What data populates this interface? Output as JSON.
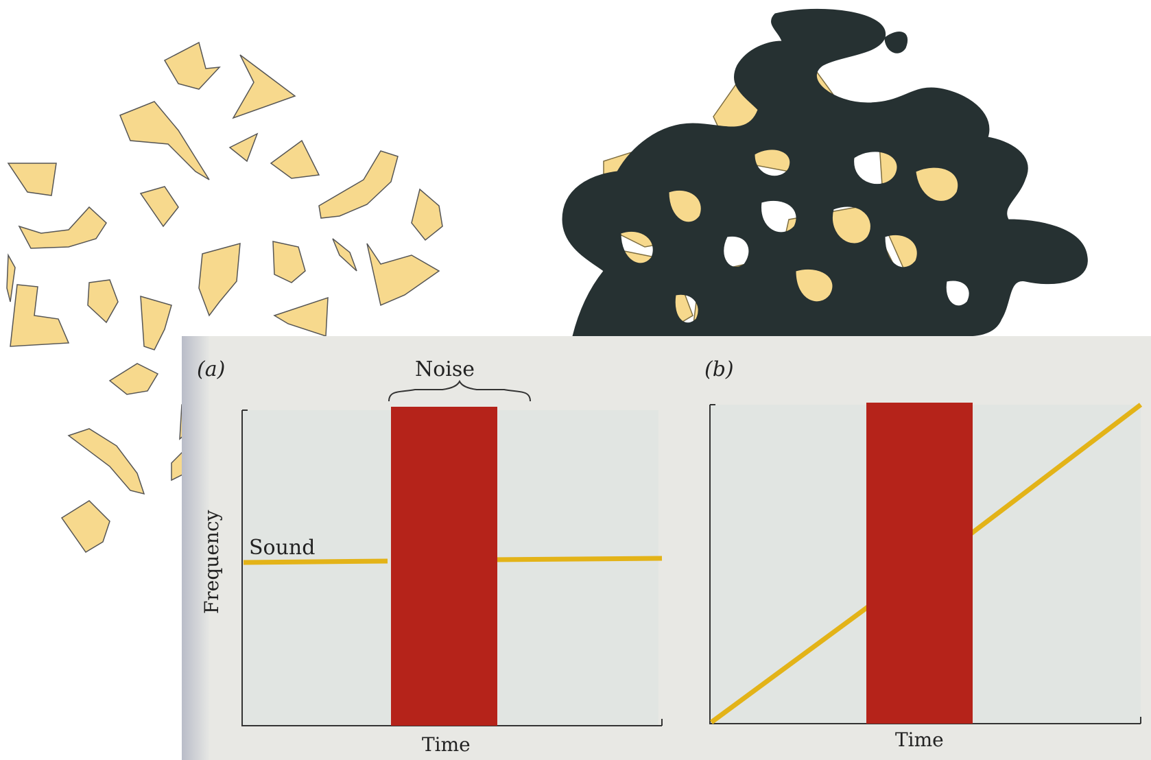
{
  "left_figure": {
    "fragment_fill": "#f7d98d",
    "fragment_stroke": "#555555"
  },
  "right_figure": {
    "occluder_fill": "#263132",
    "fragment_fill": "#f7d98d"
  },
  "panel_a": {
    "label": "(a)",
    "noise_label": "Noise",
    "sound_label": "Sound",
    "y_axis_label": "Frequency",
    "x_axis_label": "Time"
  },
  "panel_b": {
    "label": "(b)",
    "x_axis_label": "Time"
  },
  "colors": {
    "noise": "#b5231a",
    "sound_line": "#e3b318",
    "plot_bg": "#e1e5e2"
  }
}
